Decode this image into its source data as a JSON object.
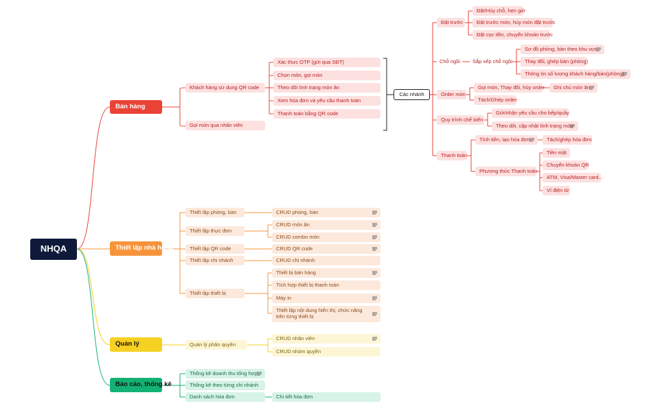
{
  "root": "NHQA",
  "branches": {
    "ban_hang": "Bán hàng",
    "thiet_lap": "Thiết lập nhà hàng",
    "quan_ly": "Quản lý",
    "bao_cao": "Báo cáo, thống kê"
  },
  "ban_hang": {
    "qr": "Khách hàng sử dụng QR code",
    "nhan_vien": "Gọi món qua nhân viên",
    "qr_items": [
      "Xác thực OTP (gửi qua SĐT)",
      "Chọn món, gọi món",
      "Theo dõi tình trạng món ăn",
      "Xem hóa đơn và yêu cầu thanh toán",
      "Thanh toán bằng QR code"
    ],
    "cac_nhanh": "Các nhánh"
  },
  "nhanh": {
    "dat_truoc": "Đặt trước",
    "dat_truoc_items": [
      "Đặt/Hủy chỗ, hẹn giờ",
      "Đặt trước món, hủy món đặt trước",
      "Đặt cọc tiền, chuyển khoản trước"
    ],
    "cho_ngoi": "Chỗ ngồi",
    "sap_xep": "Sắp xếp chỗ ngồi",
    "sap_xep_items": [
      "Sơ đồ phòng, bàn theo khu vực",
      "Thay đổi, ghép bàn (phòng)",
      "Thông tin số lượng khách hàng/bàn(phòng)"
    ],
    "order": "Order món",
    "goi_mon": "Gọi món, Thay đổi, hủy order",
    "ghi_chu": "Ghi chú món ăn",
    "tach_ghep": "Tách/Ghép order",
    "quy_trinh": "Quy trình chế biến",
    "quy_trinh_items": [
      "Gửi/nhận yêu cầu cho bếp/quầy",
      "Theo dõi, cập nhật tình trạng món"
    ],
    "thanh_toan": "Thanh toán",
    "tinh_tien": "Tính tiền, tạo hóa đơn",
    "tach_hoa_don": "Tách/ghép hóa đơn",
    "phuong_thuc": "Phương thức Thanh toán",
    "pt_items": [
      "Tiền mặt",
      "Chuyển khoản QR",
      "ATM, Visa/Master card...",
      "Ví điện tử"
    ]
  },
  "thiet_lap": {
    "phong_ban": "Thiết lập phòng, bàn",
    "crud_phong": "CRUD phòng, bàn",
    "thuc_don": "Thiết lập thực đơn",
    "crud_mon": "CRUD món ăn",
    "crud_combo": "CRUD combo món",
    "qr": "Thiết lập QR code",
    "crud_qr": "CRUD QR code",
    "chi_nhanh": "Thiết lập chi nhánh",
    "crud_chi_nhanh": "CRUD chi nhánh",
    "thiet_bi": "Thiết lập thiết bị",
    "tb_items": [
      "Thiết bị bán hàng",
      "Tích hợp thiết bị thanh toán",
      "Máy in",
      "Thiết lập nội dung hiển thị, chức năng trên từng thiết bị"
    ]
  },
  "quan_ly": {
    "phan_quyen": "Quản lý phân quyền",
    "crud_nv": "CRUD nhân viên",
    "crud_nhom": "CRUD nhóm quyền"
  },
  "bao_cao": {
    "tong_hop": "Thống kê doanh thu tổng hợp",
    "tung_cn": "Thống kê theo từng chi nhánh",
    "ds_hoa_don": "Danh sách hóa đơn",
    "chi_tiet": "Chi tiết hóa đơn"
  },
  "colors": {
    "red": "#ea4335",
    "orange": "#f7943b",
    "yellow": "#f6d022",
    "green": "#13b274",
    "root": "#0f1a3a"
  }
}
